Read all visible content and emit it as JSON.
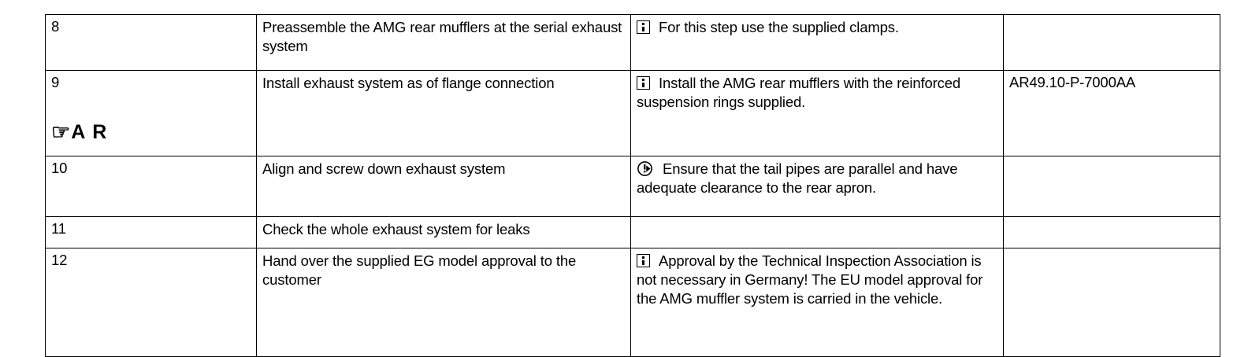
{
  "document": {
    "type": "work-instruction-table",
    "columns": [
      "step",
      "task",
      "note",
      "document_reference"
    ]
  },
  "icons": {
    "info": "info-icon",
    "caution": "caution-icon",
    "pointing_hand": "☞"
  },
  "rows": [
    {
      "step": "8",
      "marker": "",
      "task": "Preassemble the AMG rear mufflers at the serial exhaust system",
      "note_icon": "info-icon",
      "note": "For this step use the supplied clamps.",
      "doc": ""
    },
    {
      "step": "9",
      "marker": "A R",
      "task": "Install exhaust system as of flange connection",
      "note_icon": "info-icon",
      "note": "Install the AMG rear mufflers with the reinforced suspension rings supplied.",
      "doc": "AR49.10-P-7000AA"
    },
    {
      "step": "10",
      "marker": "",
      "task": "Align and screw down exhaust system",
      "note_icon": "caution-icon",
      "note": "Ensure that the tail pipes are parallel and have adequate clearance to the rear apron.",
      "doc": ""
    },
    {
      "step": "11",
      "marker": "",
      "task": "Check the whole exhaust system for leaks",
      "note_icon": "",
      "note": "",
      "doc": ""
    },
    {
      "step": "12",
      "marker": "",
      "task": "Hand over the supplied EG model approval to the customer",
      "note_icon": "info-icon",
      "note": "Approval by the Technical Inspection Association is not necessary in Germany! The EU model approval for the AMG muffler system is carried in the vehicle.",
      "doc": ""
    }
  ]
}
